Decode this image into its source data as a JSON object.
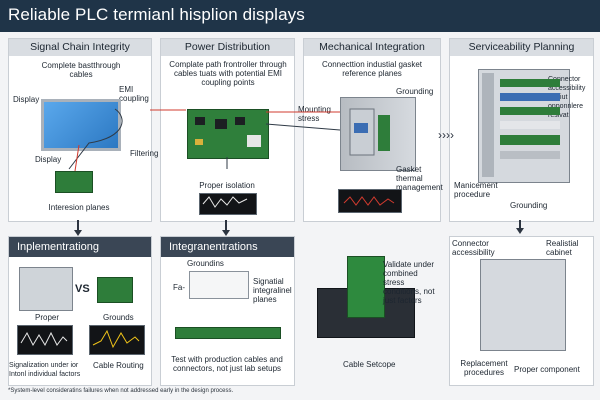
{
  "title": "Reliable PLC termianl hisplion displays",
  "panels": {
    "signal": {
      "header": "Signal Chain Integrity",
      "note": "Complete bastthrough cables",
      "display1": "Display",
      "emi": "EMI coupling",
      "display2": "Display",
      "filtering": "Filtering",
      "planes": "Interesion planes"
    },
    "power": {
      "header": "Power Distribution",
      "note": "Complate path frontroller through cables tuats with potential EMI coupling points",
      "isolation": "Proper isolation"
    },
    "mech": {
      "header": "Mechanical Integration",
      "note": "Connecttion industial gasket reference planes",
      "grounding": "Grounding",
      "mounting": "Mounting stress",
      "gasket": "Gasket thermal management"
    },
    "service": {
      "header": "Serviceability Planning",
      "connector": "Connector accessibility reritiut onponnlere resivat",
      "maintenance": "Manicement procedure",
      "grounding": "Grounding",
      "arrows": "››››"
    },
    "impl": {
      "header": "Inplementrationg",
      "vs": "VS",
      "proper": "Proper",
      "grounds": "Grounds",
      "signal_note": "Signalization under ior Intonl individual factors",
      "routing": "Cable Routing"
    },
    "integ": {
      "header": "Integranentrations",
      "groundins": "Groundins",
      "fa": "Fa-",
      "signal_planes": "Signatial integralinel planes",
      "test": "Test with production cables and connectors, not just lab setups"
    },
    "cab": {
      "validate": "Validate under combined stress conditions, not just factors",
      "setup": "Cable Setcope"
    },
    "real": {
      "connector": "Connector accessibility",
      "realistic": "Realistial cabinet",
      "replacement": "Replacement procedures",
      "proper": "Proper component"
    }
  },
  "footnote": "*System-level consideratins failures when not addressed early in the design process.",
  "colors": {
    "title_bar": "#1f3448",
    "panel_header": "#d9dde2",
    "dark_header": "#3a4655",
    "pcb_green": "#2e7d3a",
    "screen_blue": "#3b8fd6",
    "signal_red": "#d23b2f"
  }
}
